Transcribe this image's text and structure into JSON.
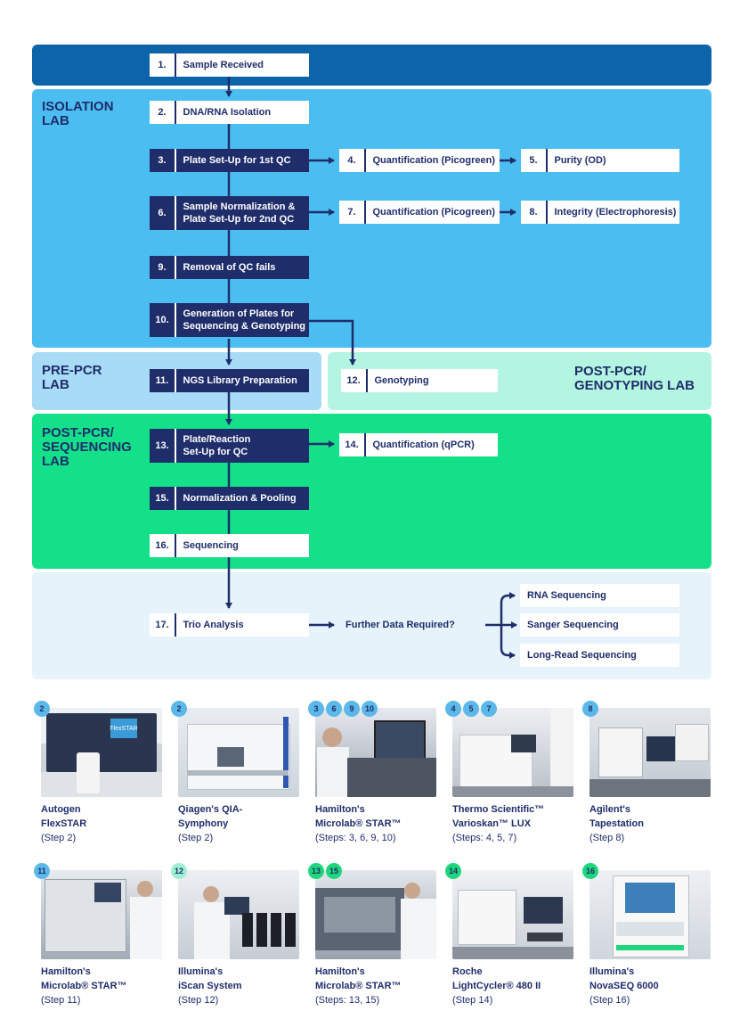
{
  "colors": {
    "navy": "#1f2d6b",
    "top_band": "#0e64a8",
    "isolation": "#4cbdf0",
    "pre_pcr": "#a8dbf5",
    "post_pcr_genotyping": "#b3f5e0",
    "post_pcr_sequencing": "#15e08a",
    "analysis": "#e6f3fb"
  },
  "labs": {
    "isolation": "ISOLATION\nLAB",
    "pre_pcr": "PRE-PCR\nLAB",
    "post_pcr_genotyping": "POST-PCR/\nGENOTYPING LAB",
    "post_pcr_sequencing": "POST-PCR/\nSEQUENCING\nLAB"
  },
  "steps": {
    "s1": {
      "num": "1.",
      "label": "Sample Received"
    },
    "s2": {
      "num": "2.",
      "label": "DNA/RNA Isolation"
    },
    "s3": {
      "num": "3.",
      "label": "Plate Set-Up for 1st QC"
    },
    "s4": {
      "num": "4.",
      "label": "Quantification (Picogreen)"
    },
    "s5": {
      "num": "5.",
      "label": "Purity (OD)"
    },
    "s6": {
      "num": "6.",
      "label": "Sample Normalization &\nPlate Set-Up for 2nd QC"
    },
    "s7": {
      "num": "7.",
      "label": "Quantification (Picogreen)"
    },
    "s8": {
      "num": "8.",
      "label": "Integrity (Electrophoresis)"
    },
    "s9": {
      "num": "9.",
      "label": "Removal of QC fails"
    },
    "s10": {
      "num": "10.",
      "label": "Generation of Plates for\nSequencing & Genotyping"
    },
    "s11": {
      "num": "11.",
      "label": "NGS Library Preparation"
    },
    "s12": {
      "num": "12.",
      "label": "Genotyping"
    },
    "s13": {
      "num": "13.",
      "label": "Plate/Reaction\nSet-Up for QC"
    },
    "s14": {
      "num": "14.",
      "label": "Quantification (qPCR)"
    },
    "s15": {
      "num": "15.",
      "label": "Normalization & Pooling"
    },
    "s16": {
      "num": "16.",
      "label": "Sequencing"
    },
    "s17": {
      "num": "17.",
      "label": "Trio Analysis"
    }
  },
  "further_data": "Further Data Required?",
  "options": [
    "RNA Sequencing",
    "Sanger Sequencing",
    "Long-Read Sequencing"
  ],
  "instruments": [
    {
      "badges": [
        "2"
      ],
      "badge_color": "blue",
      "name": "Autogen\nFlexSTAR",
      "step": "(Step 2)",
      "screen_text": "FlexSTAR"
    },
    {
      "badges": [
        "2"
      ],
      "badge_color": "blue",
      "name": "Qiagen's QIA-\nSymphony",
      "step": "(Step 2)"
    },
    {
      "badges": [
        "3",
        "6",
        "9",
        "10"
      ],
      "badge_color": "blue",
      "name": "Hamilton's\nMicrolab® STAR™",
      "step": "(Steps: 3, 6, 9, 10)"
    },
    {
      "badges": [
        "4",
        "5",
        "7"
      ],
      "badge_color": "blue",
      "name": "Thermo Scientific™\nVarioskan™ LUX",
      "step": "(Steps: 4, 5, 7)"
    },
    {
      "badges": [
        "8"
      ],
      "badge_color": "blue",
      "name": "Agilent's\nTapestation",
      "step": "(Step 8)"
    },
    {
      "badges": [
        "11"
      ],
      "badge_color": "blue",
      "name": "Hamilton's\nMicrolab® STAR™",
      "step": "(Step 11)"
    },
    {
      "badges": [
        "12"
      ],
      "badge_color": "mint",
      "name": "Illumina's\niScan System",
      "step": "(Step 12)"
    },
    {
      "badges": [
        "13",
        "15"
      ],
      "badge_color": "green",
      "name": "Hamilton's\nMicrolab® STAR™",
      "step": "(Steps: 13, 15)"
    },
    {
      "badges": [
        "14"
      ],
      "badge_color": "green",
      "name": "Roche\nLightCycler® 480 II",
      "step": "(Step 14)"
    },
    {
      "badges": [
        "16"
      ],
      "badge_color": "green",
      "name": "Illumina's\nNovaSEQ 6000",
      "step": "(Step 16)"
    }
  ]
}
